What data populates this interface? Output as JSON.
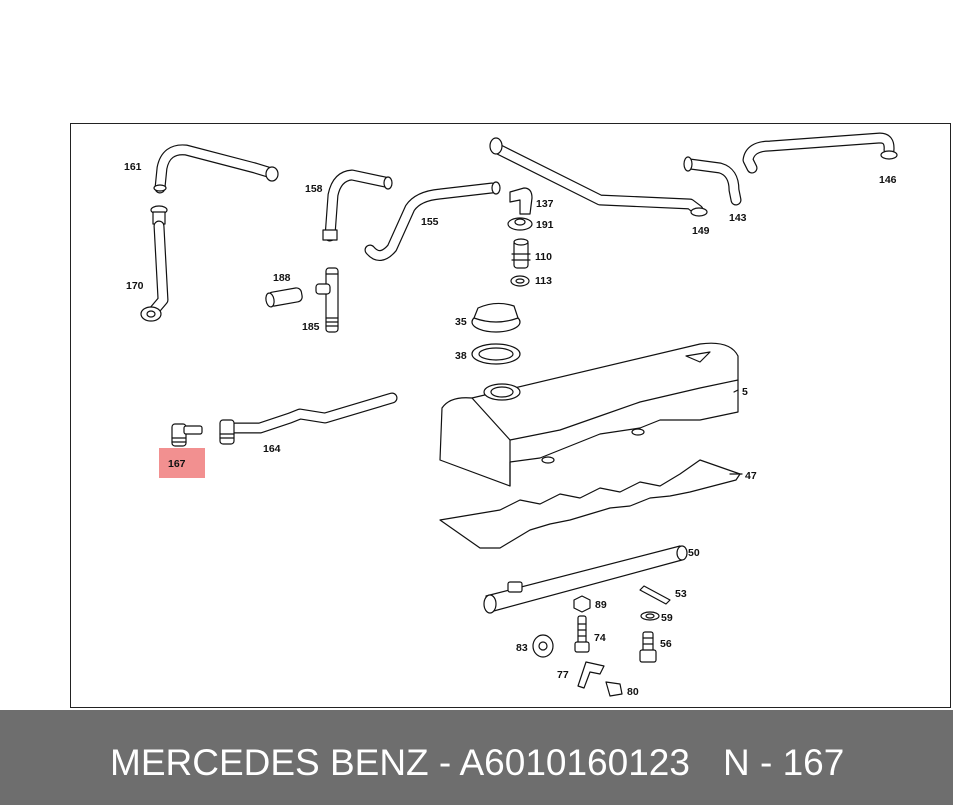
{
  "footer": {
    "title": "MERCEDES BENZ - A6010160123",
    "reference": "N - 167"
  },
  "highlight": {
    "part_number": "167",
    "color": "#f07d7d"
  },
  "labels": {
    "p161": "161",
    "p170": "170",
    "p158": "158",
    "p188": "188",
    "p185": "185",
    "p155": "155",
    "p137": "137",
    "p191": "191",
    "p110": "110",
    "p113": "113",
    "p35": "35",
    "p38": "38",
    "p5": "5",
    "p47": "47",
    "p50": "50",
    "p53": "53",
    "p59": "59",
    "p56": "56",
    "p89": "89",
    "p74": "74",
    "p83": "83",
    "p77": "77",
    "p80": "80",
    "p149": "149",
    "p143": "143",
    "p146": "146",
    "p164": "164",
    "p167": "167"
  },
  "colors": {
    "footer_background": "#6e6e6e",
    "footer_text": "#ffffff",
    "line": "#111111"
  }
}
